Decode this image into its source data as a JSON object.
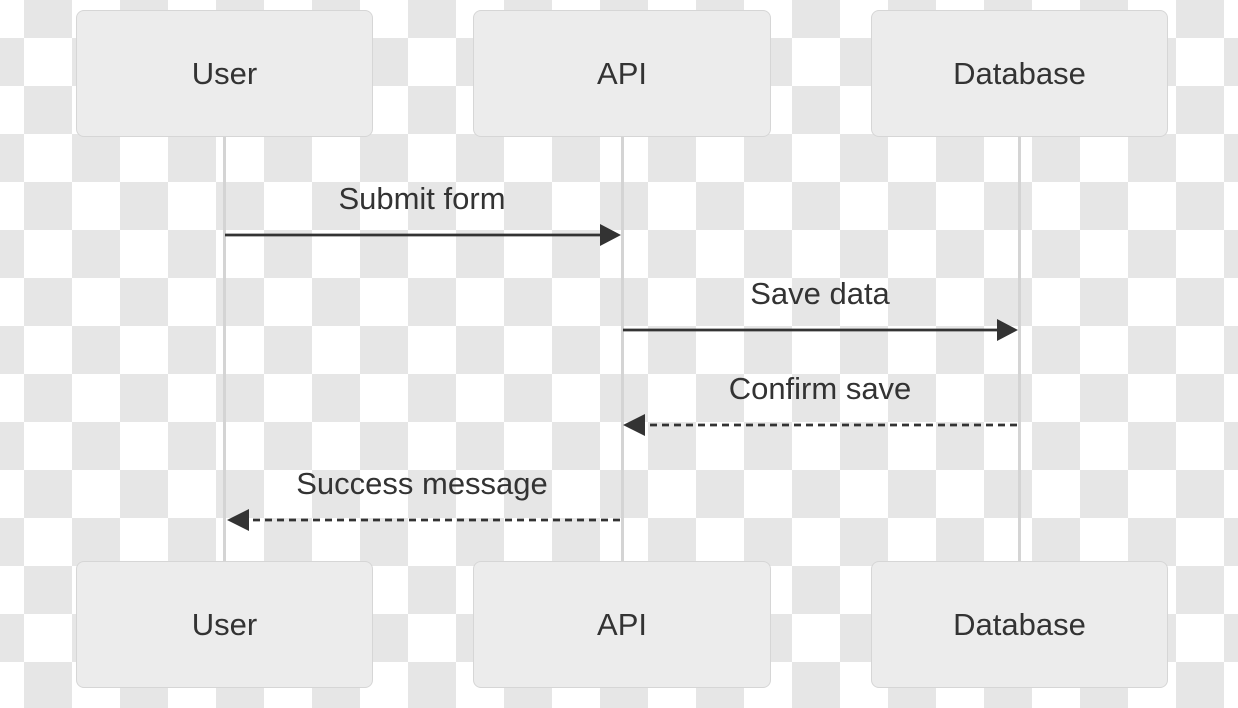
{
  "diagram": {
    "type": "sequence-diagram",
    "actors": [
      {
        "id": "user",
        "label": "User"
      },
      {
        "id": "api",
        "label": "API"
      },
      {
        "id": "database",
        "label": "Database"
      }
    ],
    "messages": [
      {
        "from": "User",
        "to": "API",
        "label": "Submit form",
        "line_style": "solid",
        "direction": "right"
      },
      {
        "from": "API",
        "to": "Database",
        "label": "Save data",
        "line_style": "solid",
        "direction": "right"
      },
      {
        "from": "Database",
        "to": "API",
        "label": "Confirm save",
        "line_style": "dashed",
        "direction": "left"
      },
      {
        "from": "API",
        "to": "User",
        "label": "Success message",
        "line_style": "dashed",
        "direction": "left"
      }
    ],
    "colors": {
      "checker_gray": "#e6e6e6",
      "checker_white": "#ffffff",
      "actor_fill": "#ececec",
      "actor_border": "#d6d6d6",
      "text": "#333333",
      "message_line": "#333333",
      "lifeline": "#d4d4d4"
    }
  }
}
